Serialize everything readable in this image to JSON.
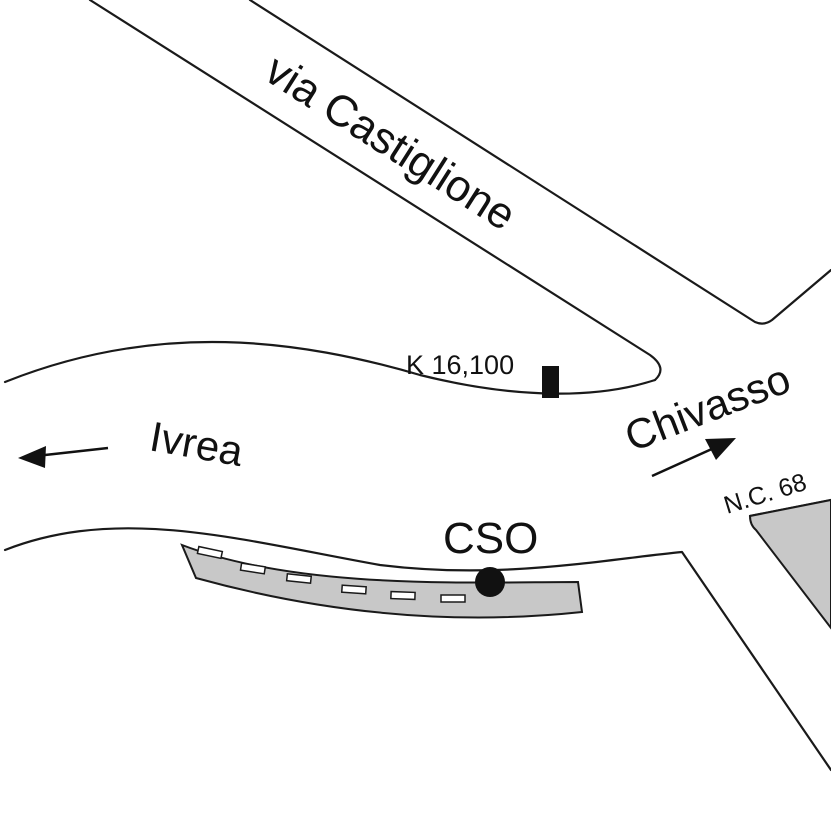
{
  "map": {
    "colors": {
      "line": "#1a1a1a",
      "area_fill": "#c8c8c8",
      "marker": "#111111",
      "background": "#ffffff"
    },
    "labels": {
      "street_north": "via Castiglione",
      "direction_west": "Ivrea",
      "direction_east": "Chivasso",
      "kilometer_marker": "K 16,100",
      "house_number": "N.C. 68",
      "site_label": "CSO"
    },
    "icons": {
      "west_arrow": "arrow-left-icon",
      "east_arrow": "arrow-right-icon",
      "km_marker": "kilometer-post-icon",
      "site": "site-dot-icon"
    }
  }
}
